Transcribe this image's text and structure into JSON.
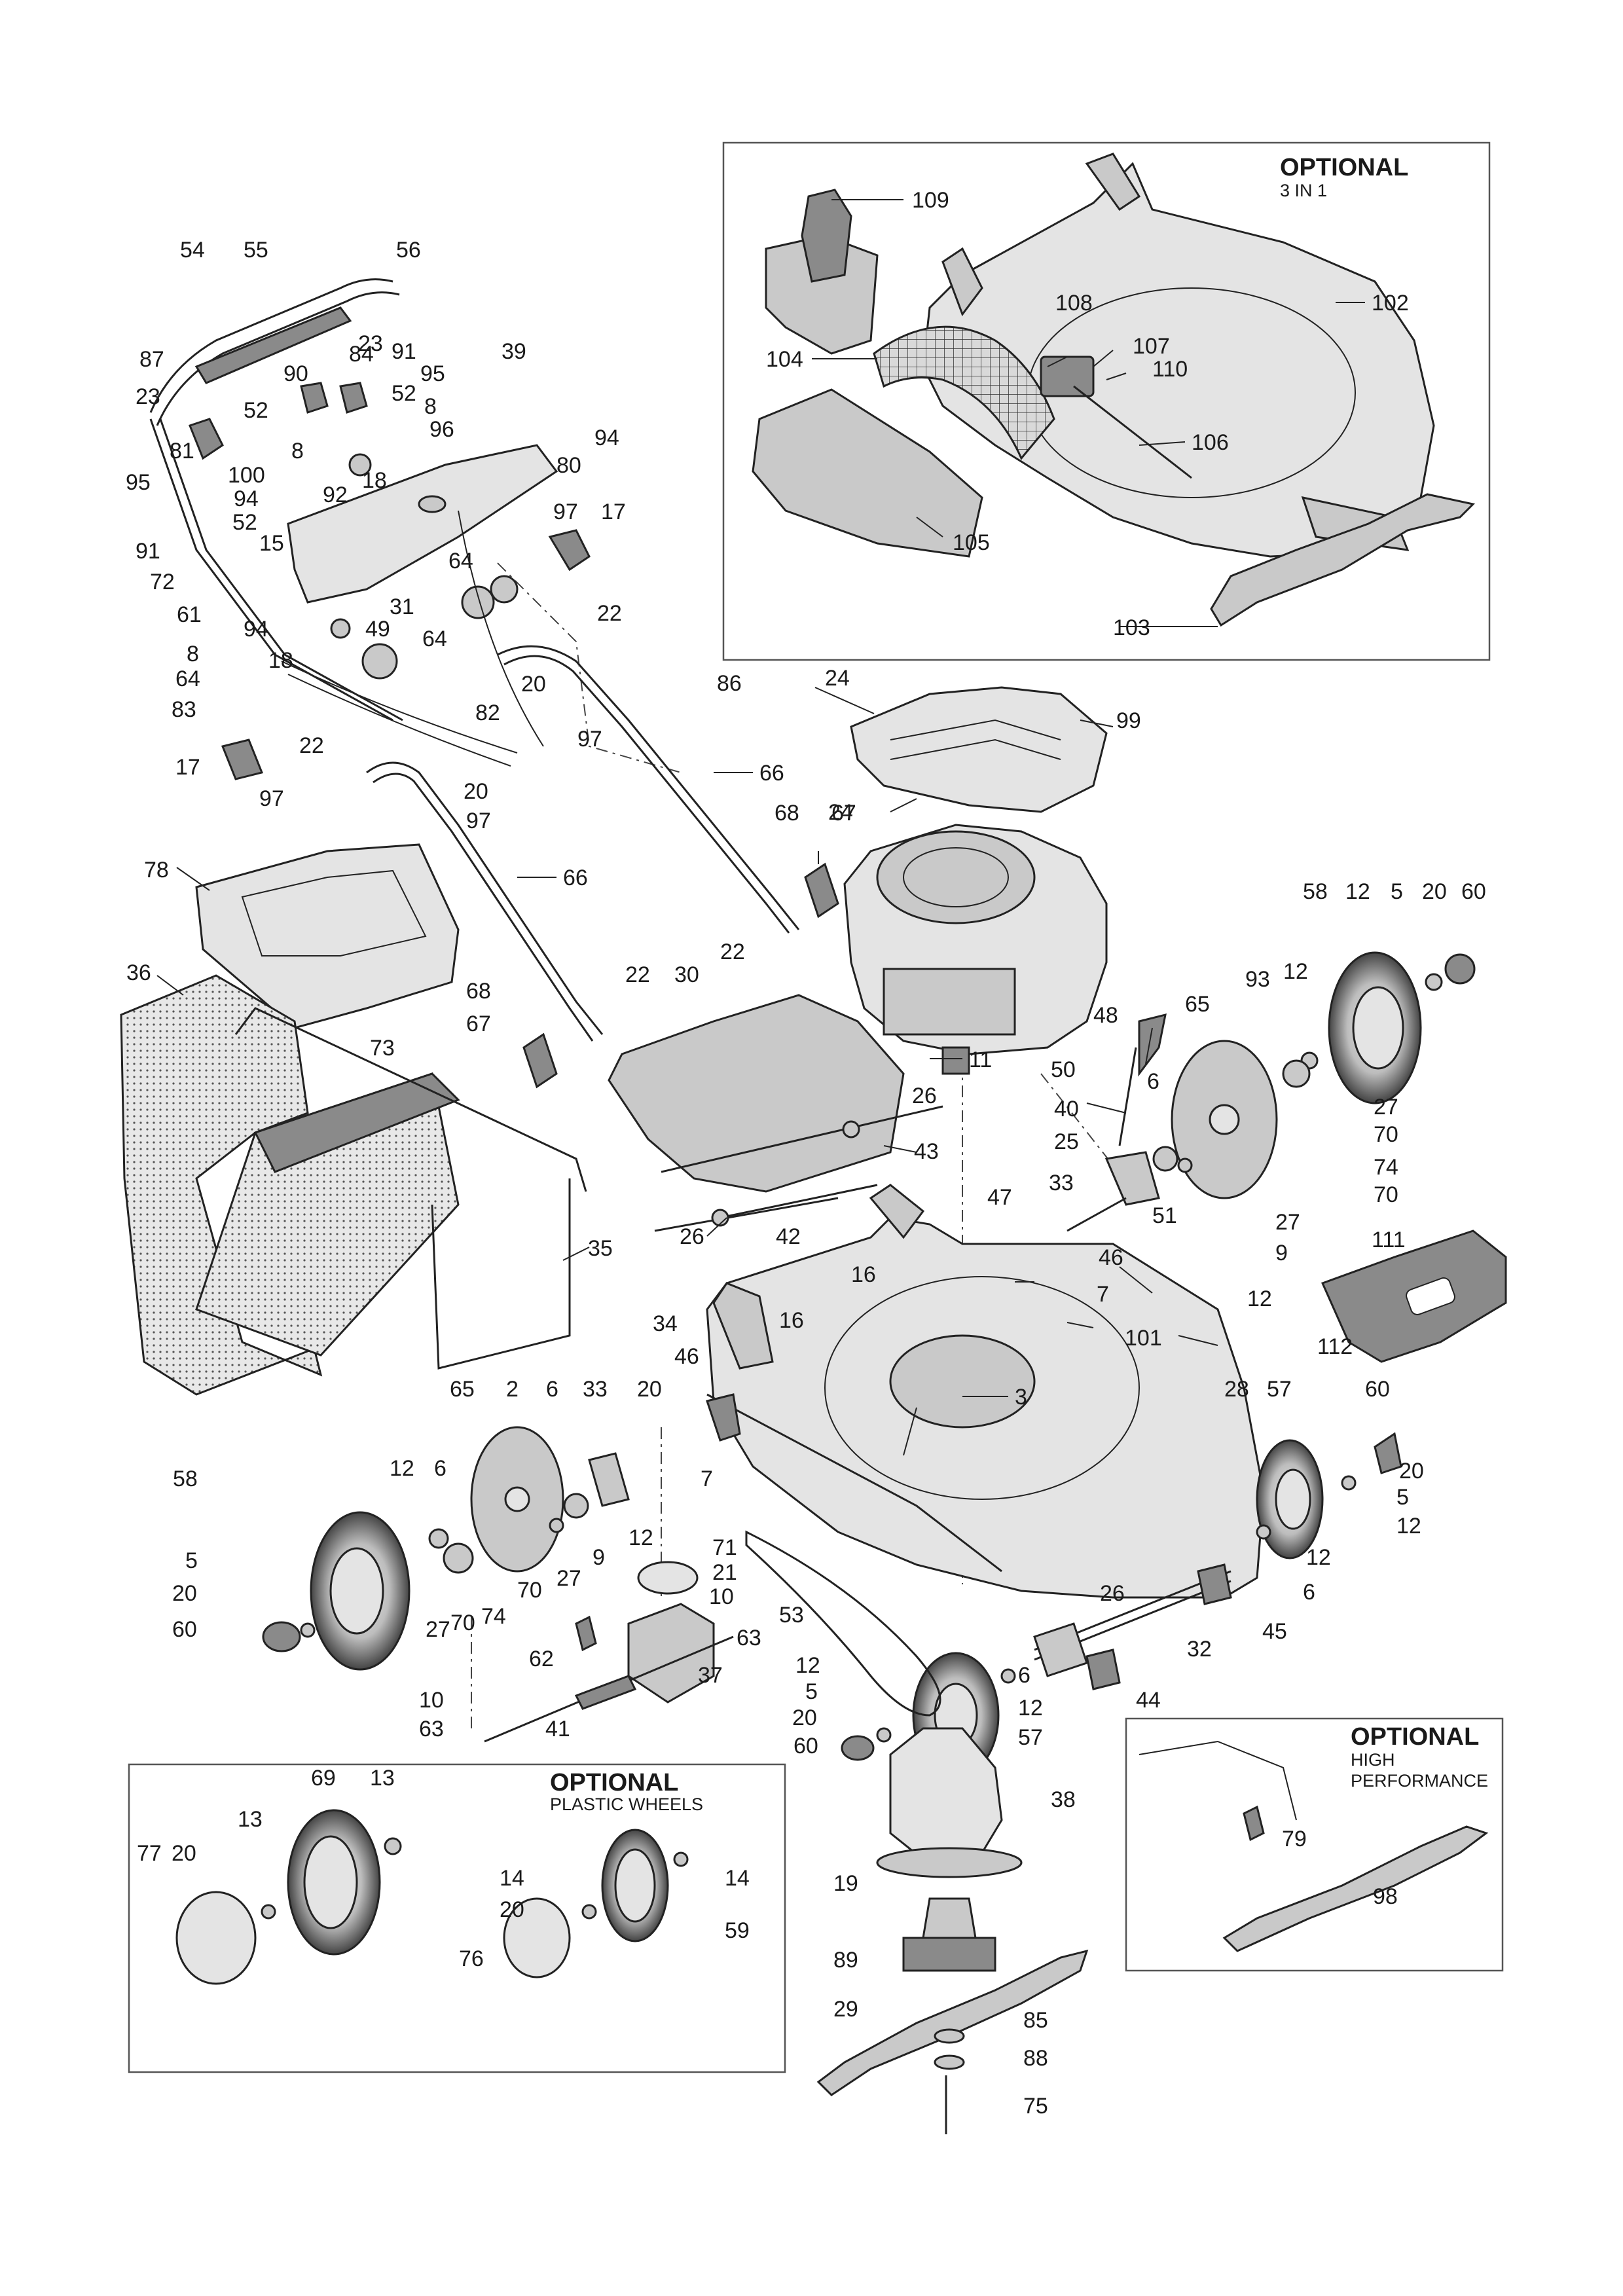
{
  "optional_boxes": {
    "three_in_one": {
      "title": "OPTIONAL",
      "subtitle": "3 IN 1"
    },
    "plastic_wheels": {
      "title": "OPTIONAL",
      "subtitle": "PLASTIC WHEELS"
    },
    "high_performance": {
      "title": "OPTIONAL",
      "subtitle_line1": "HIGH",
      "subtitle_line2": "PERFORMANCE"
    }
  },
  "callouts": [
    "109",
    "102",
    "108",
    "107",
    "110",
    "104",
    "106",
    "105",
    "103",
    "54",
    "55",
    "56",
    "87",
    "23",
    "90",
    "84",
    "23",
    "91",
    "39",
    "95",
    "52",
    "8",
    "96",
    "81",
    "8",
    "52",
    "18",
    "94",
    "100",
    "80",
    "95",
    "94",
    "52",
    "92",
    "15",
    "97",
    "17",
    "91",
    "72",
    "61",
    "8",
    "18",
    "94",
    "64",
    "49",
    "31",
    "22",
    "64",
    "64",
    "83",
    "17",
    "97",
    "22",
    "20",
    "82",
    "97",
    "20",
    "97",
    "86",
    "24",
    "99",
    "66",
    "24",
    "68",
    "67",
    "66",
    "22",
    "78",
    "36",
    "68",
    "67",
    "22",
    "73",
    "30",
    "11",
    "48",
    "58",
    "12",
    "5",
    "20",
    "60",
    "93",
    "12",
    "65",
    "50",
    "40",
    "6",
    "25",
    "27",
    "70",
    "74",
    "70",
    "26",
    "43",
    "26",
    "42",
    "33",
    "51",
    "27",
    "9",
    "12",
    "47",
    "46",
    "7",
    "101",
    "16",
    "16",
    "111",
    "112",
    "35",
    "34",
    "46",
    "28",
    "3",
    "57",
    "60",
    "20",
    "5",
    "12",
    "12",
    "6",
    "65",
    "2",
    "6",
    "33",
    "20",
    "7",
    "58",
    "12",
    "6",
    "12",
    "9",
    "27",
    "5",
    "70",
    "20",
    "27",
    "70",
    "74",
    "60",
    "71",
    "21",
    "10",
    "53",
    "26",
    "45",
    "32",
    "62",
    "63",
    "37",
    "10",
    "63",
    "41",
    "44",
    "12",
    "6",
    "5",
    "12",
    "20",
    "60",
    "57",
    "38",
    "69",
    "13",
    "13",
    "77",
    "20",
    "14",
    "14",
    "20",
    "59",
    "76",
    "19",
    "89",
    "29",
    "85",
    "88",
    "75",
    "79",
    "98"
  ]
}
